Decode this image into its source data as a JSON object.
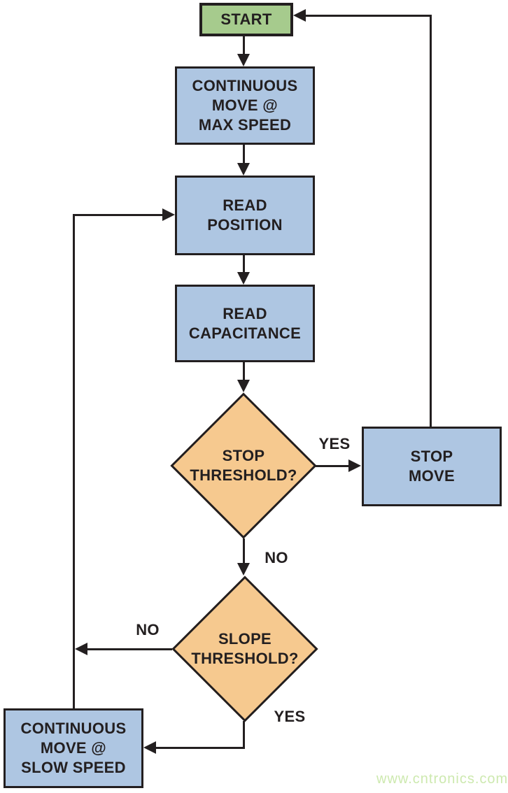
{
  "colors": {
    "terminator_fill": "#a6cb8d",
    "process_fill": "#aec6e2",
    "decision_fill": "#f6c98f",
    "line": "#231f20",
    "text": "#231f20",
    "watermark": "#cde9af",
    "background": "#ffffff"
  },
  "nodes": {
    "start": {
      "label": "START",
      "type": "terminator"
    },
    "continuous_move_max": {
      "label": "CONTINUOUS\nMOVE @\nMAX SPEED",
      "type": "process"
    },
    "read_position": {
      "label": "READ\nPOSITION",
      "type": "process"
    },
    "read_capacitance": {
      "label": "READ\nCAPACITANCE",
      "type": "process"
    },
    "stop_threshold": {
      "label": "STOP\nTHRESHOLD?",
      "type": "decision"
    },
    "stop_move": {
      "label": "STOP\nMOVE",
      "type": "process"
    },
    "slope_threshold": {
      "label": "SLOPE\nTHRESHOLD?",
      "type": "decision"
    },
    "continuous_move_slow": {
      "label": "CONTINUOUS\nMOVE @\nSLOW SPEED",
      "type": "process"
    }
  },
  "edge_labels": {
    "stop_yes": "YES",
    "stop_no": "NO",
    "slope_no": "NO",
    "slope_yes": "YES"
  },
  "edges": [
    {
      "from": "start",
      "to": "continuous_move_max"
    },
    {
      "from": "continuous_move_max",
      "to": "read_position"
    },
    {
      "from": "read_position",
      "to": "read_capacitance"
    },
    {
      "from": "read_capacitance",
      "to": "stop_threshold"
    },
    {
      "from": "stop_threshold",
      "to": "stop_move",
      "label": "YES"
    },
    {
      "from": "stop_threshold",
      "to": "slope_threshold",
      "label": "NO"
    },
    {
      "from": "slope_threshold",
      "to": "read_position",
      "label": "NO"
    },
    {
      "from": "slope_threshold",
      "to": "continuous_move_slow",
      "label": "YES"
    },
    {
      "from": "continuous_move_slow",
      "to": "read_position"
    },
    {
      "from": "stop_move",
      "to": "start"
    }
  ],
  "watermark": {
    "text": "www.cntronics.com"
  }
}
